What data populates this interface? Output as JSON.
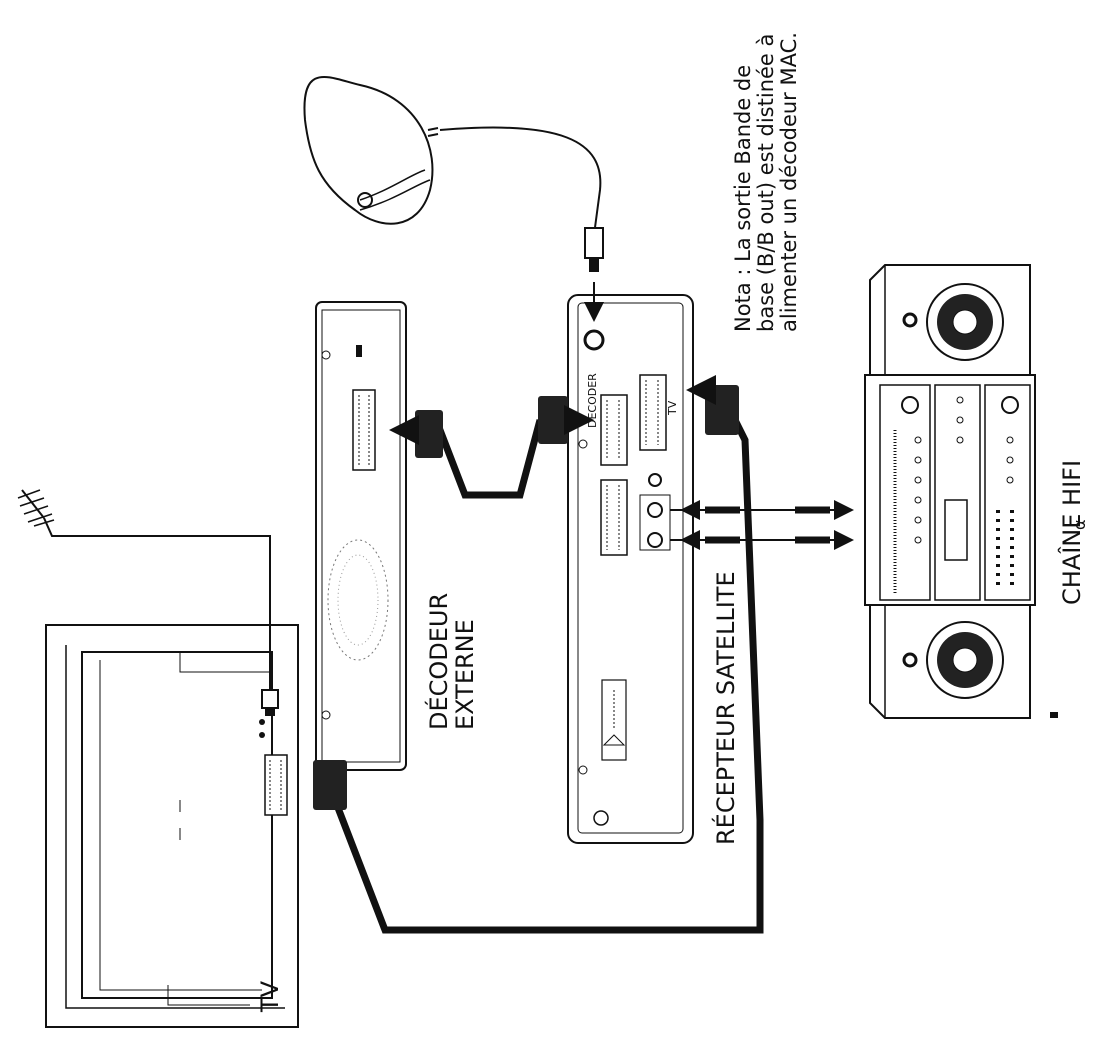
{
  "labels": {
    "tv": "TV",
    "receiver": "RÉCEPTEUR SATELLITE",
    "decoder_line1": "DÉCODEUR",
    "decoder_line2": "EXTERNE",
    "hifi": "CHAÎNE HIFI",
    "hifi_mark": "α",
    "decoder_port": "DECODER",
    "tv_port": "TV",
    "note_line1": "Nota : La sortie Bande de",
    "note_line2": "base (B/B out) est distinée à",
    "note_line3": "alimenter un décodeur MAC."
  },
  "colors": {
    "ink": "#111111",
    "paper": "#ffffff"
  }
}
